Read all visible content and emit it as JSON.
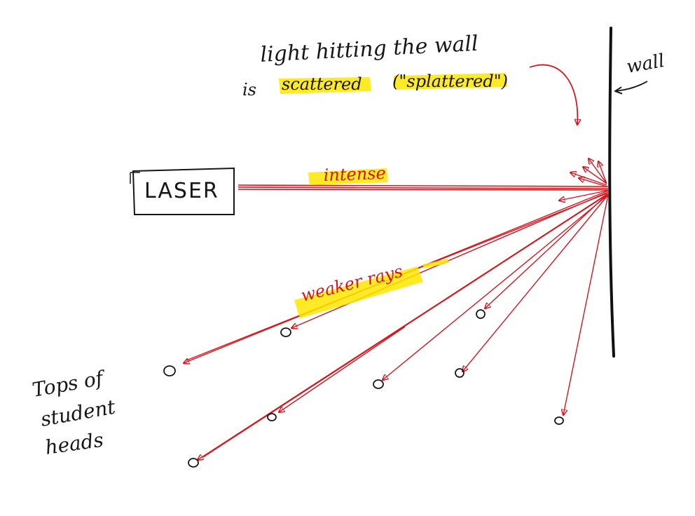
{
  "caption": {
    "line1": "light hitting the wall",
    "line2_prefix": "is",
    "line2_scattered": "scattered",
    "line2_splattered": "(\"splattered\")"
  },
  "wall_label": "wall",
  "laser_label": "LASER",
  "intense_label": "intense",
  "weaker_label": "weaker rays",
  "heads_label": {
    "line1": "Tops of",
    "line2": "student",
    "line3": "heads"
  },
  "colors": {
    "ink": "#161616",
    "ray": "#d8141c",
    "highlight": "#ffe600"
  }
}
